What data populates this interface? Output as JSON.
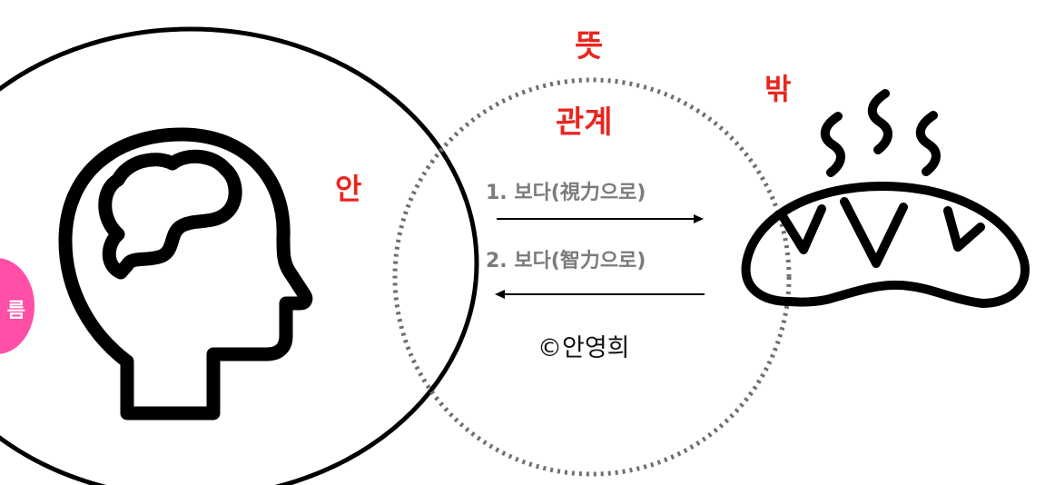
{
  "labels": {
    "meaning": "뜻",
    "outside": "밖",
    "relation": "관계",
    "inside": "안",
    "see_1": "1. 보다(視力으로)",
    "see_2": "2. 보다(智力으로)",
    "copyright": "©안영희",
    "badge_fragment": "름"
  },
  "icons": {
    "head": "head-brain-icon",
    "bread": "steaming-bread-icon"
  },
  "colors": {
    "accent_red": "#e8261e",
    "text_gray": "#7b7b7b",
    "badge_pink": "#ff4fa7",
    "line_black": "#000000",
    "dotted_circle": "#6f6f6f"
  }
}
